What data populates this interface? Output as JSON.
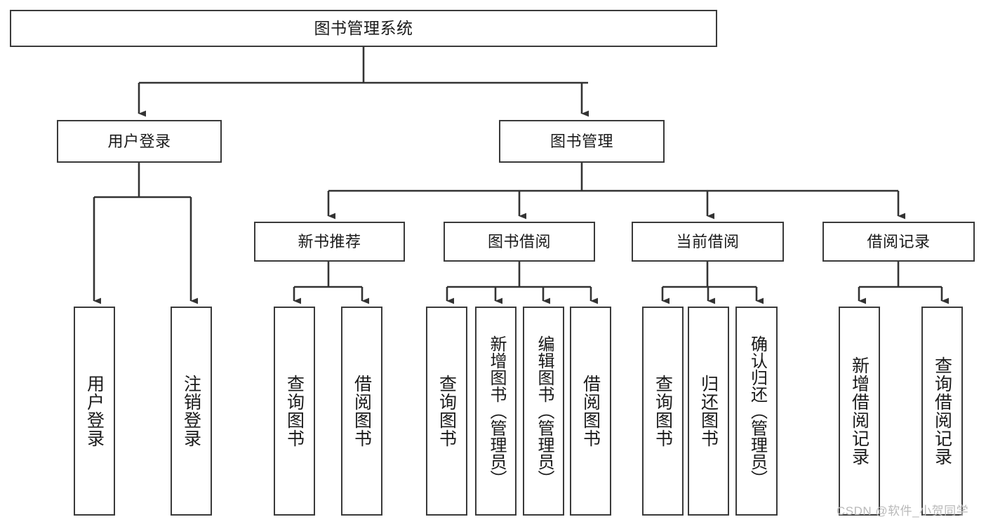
{
  "diagram": {
    "type": "tree-hierarchy",
    "title": "图书管理系统",
    "watermark": "CSDN @软件_小贺同学",
    "colors": {
      "box_border": "#3a3a3a",
      "box_fill": "#ffffff",
      "connector": "#333333",
      "text": "#1a1a1a",
      "watermark": "#b9b9b9"
    },
    "nodes": {
      "root": {
        "label": "图书管理系统",
        "level": 1
      },
      "l2": [
        {
          "id": "user-login",
          "label": "用户登录",
          "level": 2
        },
        {
          "id": "book-manage",
          "label": "图书管理",
          "level": 2
        }
      ],
      "l3": [
        {
          "id": "new-book-recommend",
          "label": "新书推荐",
          "level": 3,
          "parent": "book-manage"
        },
        {
          "id": "book-borrow",
          "label": "图书借阅",
          "level": 3,
          "parent": "book-manage"
        },
        {
          "id": "current-borrow",
          "label": "当前借阅",
          "level": 3,
          "parent": "book-manage"
        },
        {
          "id": "borrow-record",
          "label": "借阅记录",
          "level": 3,
          "parent": "book-manage"
        }
      ],
      "leaves": [
        {
          "id": "leaf-user-login",
          "label": "用户登录",
          "parent": "user-login"
        },
        {
          "id": "leaf-logout",
          "label": "注销登录",
          "parent": "user-login"
        },
        {
          "id": "leaf-query-book-1",
          "label": "查询图书",
          "parent": "new-book-recommend"
        },
        {
          "id": "leaf-borrow-book-1",
          "label": "借阅图书",
          "parent": "new-book-recommend"
        },
        {
          "id": "leaf-query-book-2",
          "label": "查询图书",
          "parent": "book-borrow"
        },
        {
          "id": "leaf-add-book",
          "label": "新增图书（管理员）",
          "parent": "book-borrow"
        },
        {
          "id": "leaf-edit-book",
          "label": "编辑图书（管理员）",
          "parent": "book-borrow"
        },
        {
          "id": "leaf-borrow-book-2",
          "label": "借阅图书",
          "parent": "book-borrow"
        },
        {
          "id": "leaf-query-book-3",
          "label": "查询图书",
          "parent": "current-borrow"
        },
        {
          "id": "leaf-return-book",
          "label": "归还图书",
          "parent": "current-borrow"
        },
        {
          "id": "leaf-confirm-return",
          "label": "确认归还（管理员）",
          "parent": "current-borrow"
        },
        {
          "id": "leaf-add-record",
          "label": "新增借阅记录",
          "parent": "borrow-record"
        },
        {
          "id": "leaf-query-record",
          "label": "查询借阅记录",
          "parent": "borrow-record"
        }
      ]
    }
  }
}
